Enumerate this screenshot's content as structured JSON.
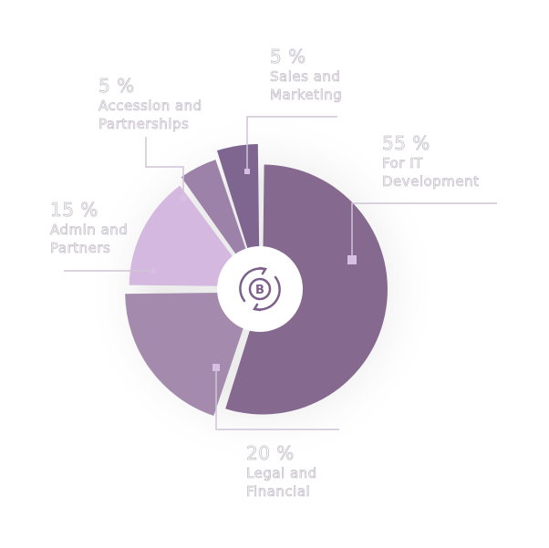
{
  "chart_data": {
    "type": "pie",
    "variant": "exploded donut",
    "center_icon": "bitcoin-exchange-icon",
    "slices": [
      {
        "label_pct": "55 %",
        "label": "For IT Development",
        "line1": "For IT",
        "line2": "Development",
        "value": 55,
        "color": "#86698f"
      },
      {
        "label_pct": "20 %",
        "label": "Legal and Financial",
        "line1": "Legal and",
        "line2": "Financial",
        "value": 20,
        "color": "#a48bae"
      },
      {
        "label_pct": "15 %",
        "label": "Admin and Partners",
        "line1": "Admin and",
        "line2": "Partners",
        "value": 15,
        "color": "#d5b8e0"
      },
      {
        "label_pct": "5 %",
        "label": "Accession and Partnerships",
        "line1": "Accession and",
        "line2": "Partnerships",
        "value": 5,
        "color": "#9c82a8"
      },
      {
        "label_pct": "5 %",
        "label": "Sales and Marketing",
        "line1": "Sales and",
        "line2": "Marketing",
        "value": 5,
        "color": "#7f6690"
      }
    ]
  }
}
